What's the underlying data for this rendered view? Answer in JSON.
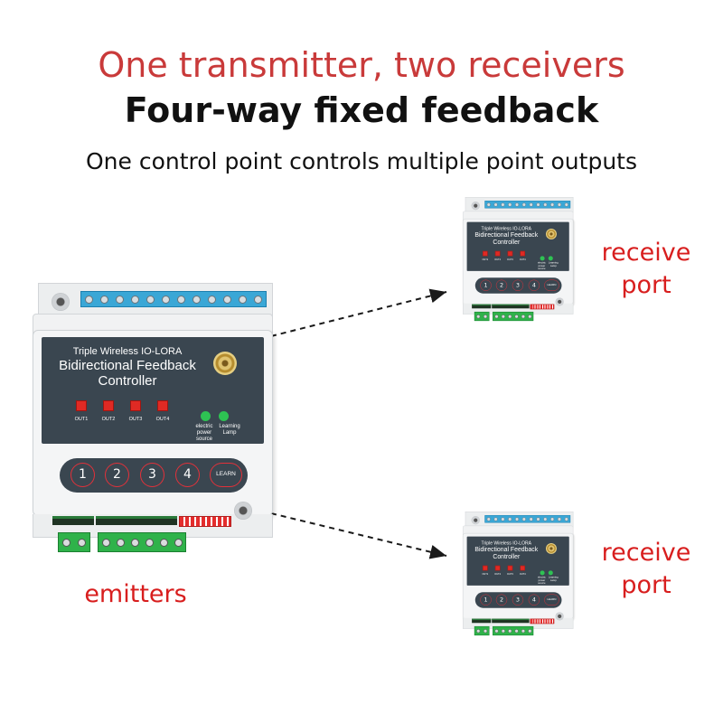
{
  "heading": {
    "line1": "One transmitter, two receivers",
    "line2": "Four-way fixed feedback",
    "line3": "One control point controls multiple point outputs"
  },
  "labels": {
    "transmitter": "emitters",
    "receiver_1": [
      "receive",
      "port"
    ],
    "receiver_2": [
      "receive",
      "port"
    ]
  },
  "device": {
    "title_line1": "Triple Wireless IO-LORA",
    "title_line2": "Bidirectional Feedback",
    "title_line3": "Controller",
    "outputs": [
      "OUT1",
      "OUT2",
      "OUT3",
      "OUT4"
    ],
    "indicator_power": [
      "electric",
      "power",
      "source"
    ],
    "indicator_learning": [
      "Learning",
      "Lamp"
    ],
    "keys": [
      "1",
      "2",
      "3",
      "4"
    ],
    "learn_key": "LEARN"
  },
  "colors": {
    "headline_accent": "#c93a3a",
    "caption_red": "#d81e1e",
    "panel": "#3a4650",
    "led_red": "#e02a24",
    "led_green": "#2ec253",
    "terminal_green": "#2fb24a",
    "terminal_blue": "#3aa7d6"
  }
}
